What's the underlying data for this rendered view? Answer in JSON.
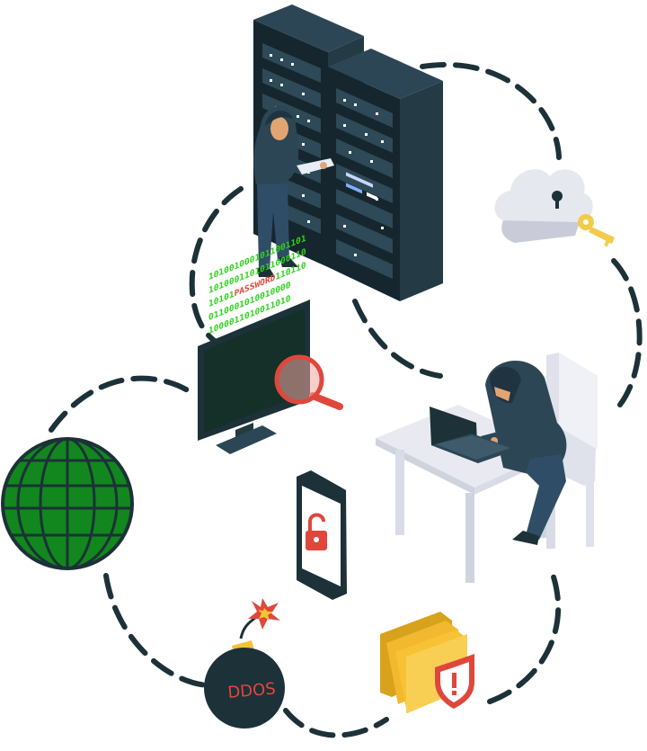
{
  "illustration": {
    "binary_lines": [
      "1010010001011001101",
      "1010001101011000110",
      "10101PASSWORD110110",
      "0110001010010000",
      "1000011010011010"
    ],
    "password_word": "PASSWORD",
    "bomb_label": "DDOS",
    "colors": {
      "outline": "#1c3138",
      "hood": "#2c4655",
      "globe": "#11871d",
      "monitor_code": "#2fd31d",
      "alert_red": "#e0473c",
      "folder": "#f7c233",
      "key": "#f3cb4b",
      "cloud": "#e6e8ef",
      "desk": "#e9eaf1"
    },
    "icons": [
      "server-rack-icon",
      "hacker-icon",
      "cloud-lock-icon",
      "key-icon",
      "monitor-icon",
      "magnifier-icon",
      "globe-icon",
      "phone-unlock-icon",
      "bomb-icon",
      "folder-alert-icon",
      "laptop-icon"
    ]
  }
}
